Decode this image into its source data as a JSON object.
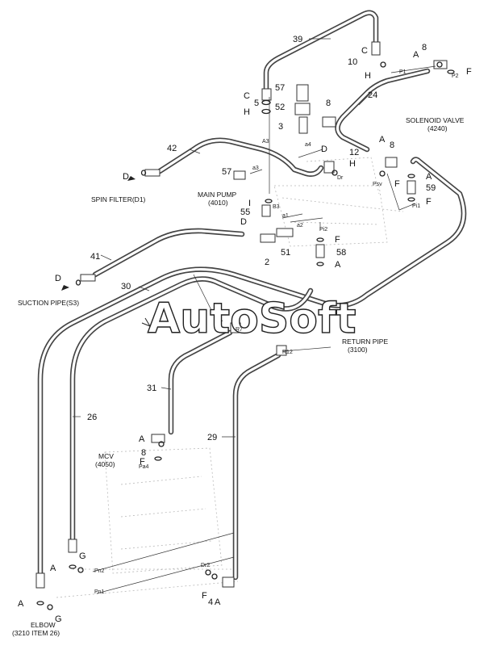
{
  "watermark": "AutoSoft",
  "captions": {
    "solenoid_valve": "SOLENOID VALVE",
    "solenoid_valve_no": "(4240)",
    "spin_filter": "SPIN FILTER(D1)",
    "main_pump": "MAIN PUMP",
    "main_pump_no": "(4010)",
    "suction_pipe": "SUCTION PIPE(S3)",
    "return_pipe": "RETURN PIPE",
    "return_pipe_no": "(3100)",
    "mcv": "MCV",
    "mcv_no": "(4050)",
    "elbow": "ELBOW",
    "elbow_no": "(3210 ITEM 26)"
  },
  "part_numbers": {
    "p39": "39",
    "p10": "10",
    "p8a": "8",
    "p8b": "8",
    "p8c": "8",
    "p8d": "8",
    "p57a": "57",
    "p57b": "57",
    "p5": "5",
    "p52": "52",
    "p3": "3",
    "p24": "24",
    "p42": "42",
    "p12": "12",
    "p59": "59",
    "p55": "55",
    "p2": "2",
    "p51": "51",
    "p58": "58",
    "p41": "41",
    "p30": "30",
    "p31": "31",
    "p26": "26",
    "p29": "29",
    "p4": "4"
  },
  "letters": {
    "c1": "C",
    "h1": "H",
    "a1": "A",
    "f1": "F",
    "c2": "C",
    "h2": "H",
    "d1": "D",
    "h3": "H",
    "a2": "A",
    "f2": "F",
    "a3": "A",
    "f3": "F",
    "d2": "D",
    "i1": "I",
    "d3": "D",
    "f4": "F",
    "a4": "A",
    "d4": "D",
    "a5": "A",
    "f5": "F",
    "a6": "A",
    "g1": "G",
    "f6": "F",
    "a7": "A",
    "a8": "A",
    "g2": "G"
  },
  "ports": {
    "p1": "P1",
    "p2": "P2",
    "a3": "A3",
    "a4": "a4",
    "dr": "Dr",
    "psv": "Psv",
    "pi1": "Pi1",
    "a3s": "a3",
    "b3": "B3",
    "a1": "a1",
    "a2": "a2",
    "pi2": "Pi2",
    "r7": "R7",
    "r12": "R12",
    "pa4": "Pa4",
    "pn2": "Pn2",
    "pn1": "Pn1",
    "dr2": "Dr2"
  }
}
